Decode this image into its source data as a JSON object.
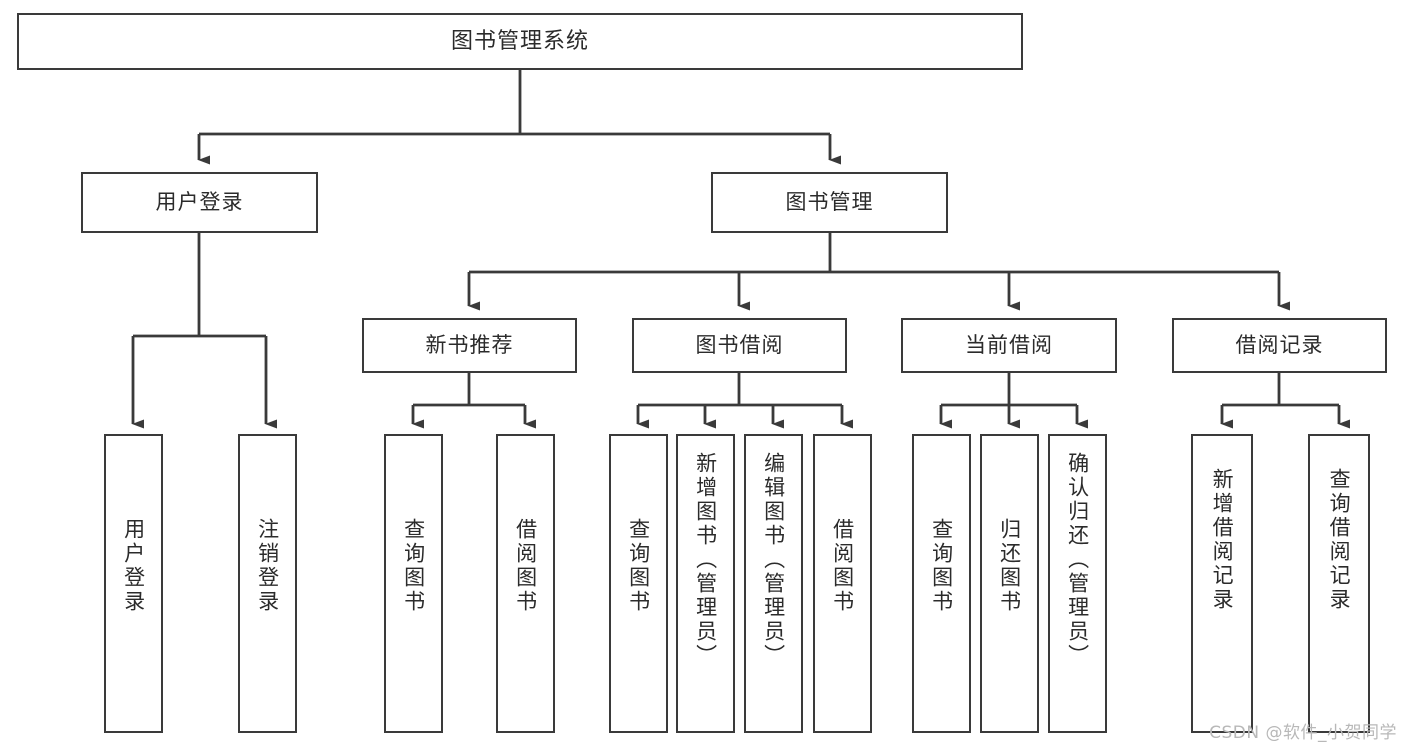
{
  "diagram": {
    "title": "图书管理系统",
    "type": "tree",
    "watermark": "CSDN @软件_小贺同学",
    "colors": {
      "stroke": "#3a3a3a",
      "fill": "#ffffff",
      "text": "#2b2b2b",
      "watermark": "#b8b8b8"
    },
    "nodes": {
      "root": {
        "label": "图书管理系统"
      },
      "level2": [
        {
          "label": "用户登录"
        },
        {
          "label": "图书管理"
        }
      ],
      "level3": [
        {
          "label": "新书推荐"
        },
        {
          "label": "图书借阅"
        },
        {
          "label": "当前借阅"
        },
        {
          "label": "借阅记录"
        }
      ],
      "leaves": {
        "user_login": [
          {
            "label": "用户登录"
          },
          {
            "label": "注销登录"
          }
        ],
        "new_book": [
          {
            "label": "查询图书"
          },
          {
            "label": "借阅图书"
          }
        ],
        "book_borrow": [
          {
            "label": "查询图书"
          },
          {
            "label": "新增图书（管理员）"
          },
          {
            "label": "编辑图书（管理员）"
          },
          {
            "label": "借阅图书"
          }
        ],
        "current_borrow": [
          {
            "label": "查询图书"
          },
          {
            "label": "归还图书"
          },
          {
            "label": "确认归还（管理员）"
          }
        ],
        "borrow_record": [
          {
            "label": "新增借阅记录"
          },
          {
            "label": "查询借阅记录"
          }
        ]
      }
    }
  }
}
